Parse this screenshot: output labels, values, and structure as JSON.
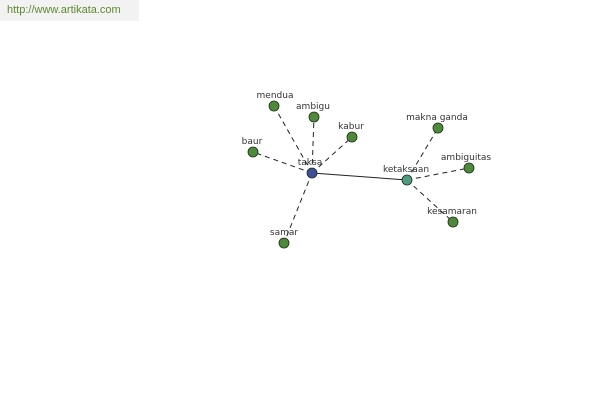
{
  "source": {
    "url_text": "http://www.artikata.com"
  },
  "colors": {
    "root_node": "#3f4f9a",
    "hub_node": "#4f9a80",
    "leaf_node": "#4f8a3a",
    "node_stroke": "#1e2e1a",
    "source_text": "#5c8a2e"
  },
  "graph": {
    "nodes": [
      {
        "id": "taksa",
        "label": "taksa",
        "kind": "root"
      },
      {
        "id": "ketaksaan",
        "label": "ketaksaan",
        "kind": "hub"
      },
      {
        "id": "mendua",
        "label": "mendua",
        "kind": "leaf"
      },
      {
        "id": "ambigu",
        "label": "ambigu",
        "kind": "leaf"
      },
      {
        "id": "kabur",
        "label": "kabur",
        "kind": "leaf"
      },
      {
        "id": "baur",
        "label": "baur",
        "kind": "leaf"
      },
      {
        "id": "samar",
        "label": "samar",
        "kind": "leaf"
      },
      {
        "id": "makna-ganda",
        "label": "makna ganda",
        "kind": "leaf"
      },
      {
        "id": "ambiguitas",
        "label": "ambiguitas",
        "kind": "leaf"
      },
      {
        "id": "kesamaran",
        "label": "kesamaran",
        "kind": "leaf"
      }
    ],
    "edges": [
      {
        "from": "taksa",
        "to": "mendua",
        "style": "dashed"
      },
      {
        "from": "taksa",
        "to": "ambigu",
        "style": "dashed"
      },
      {
        "from": "taksa",
        "to": "kabur",
        "style": "dashed"
      },
      {
        "from": "taksa",
        "to": "baur",
        "style": "dashed"
      },
      {
        "from": "taksa",
        "to": "samar",
        "style": "dashed"
      },
      {
        "from": "taksa",
        "to": "ketaksaan",
        "style": "solid"
      },
      {
        "from": "ketaksaan",
        "to": "makna-ganda",
        "style": "dashed"
      },
      {
        "from": "ketaksaan",
        "to": "ambiguitas",
        "style": "dashed"
      },
      {
        "from": "ketaksaan",
        "to": "kesamaran",
        "style": "dashed"
      }
    ]
  }
}
